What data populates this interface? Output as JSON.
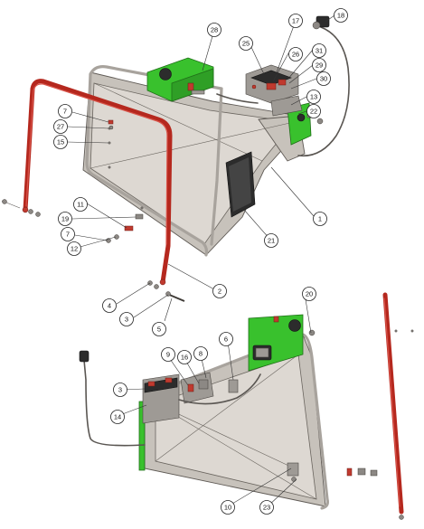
{
  "callouts": {
    "c1": "1",
    "c2": "2",
    "c3a": "3",
    "c3b": "3",
    "c4": "4",
    "c5": "5",
    "c6": "6",
    "c7a": "7",
    "c7b": "7",
    "c8": "8",
    "c9": "9",
    "c10": "10",
    "c11": "11",
    "c12": "12",
    "c13": "13",
    "c14": "14",
    "c15": "15",
    "c16": "16",
    "c17": "17",
    "c18": "18",
    "c19": "19",
    "c20": "20",
    "c21": "21",
    "c22": "22",
    "c23": "23",
    "c25": "25",
    "c26": "26",
    "c27": "27",
    "c28": "28",
    "c29": "29",
    "c30": "30",
    "c31": "31"
  },
  "colors": {
    "hopper_body": "#c7c2bb",
    "red_handle": "#b5281e",
    "green_housing": "#39c12d",
    "black_parts": "#2c2c2c"
  }
}
